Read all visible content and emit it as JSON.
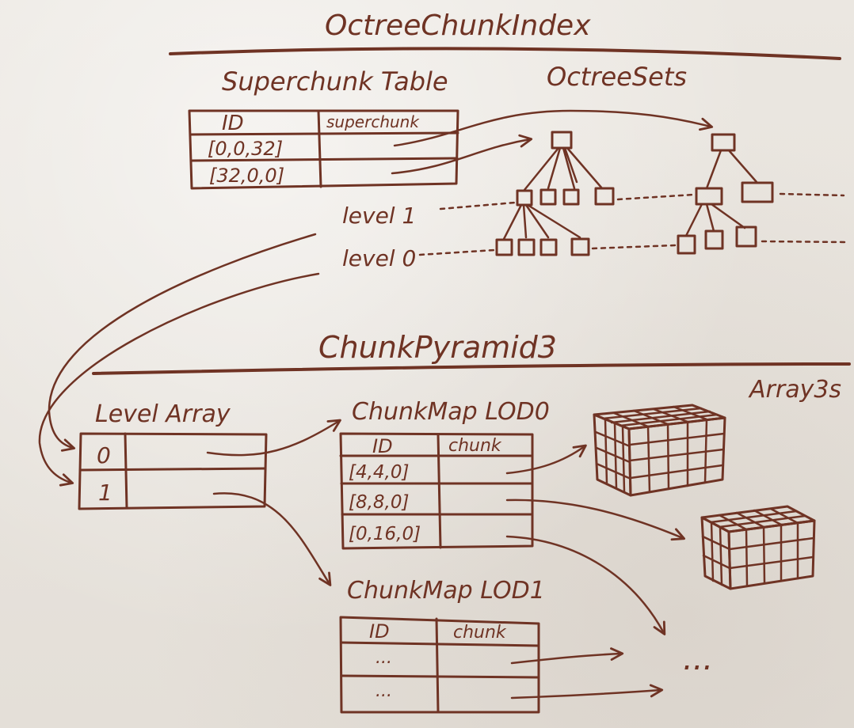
{
  "octree_chunk_index": {
    "title": "OctreeChunkIndex",
    "superchunk_table": {
      "title": "Superchunk Table",
      "headers": [
        "ID",
        "superchunk"
      ],
      "rows": [
        "[0,0,32]",
        "[32,0,0]"
      ]
    },
    "octree_sets": {
      "title": "OctreeSets",
      "levels": [
        "level 1",
        "level 0"
      ]
    }
  },
  "chunk_pyramid": {
    "title": "ChunkPyramid3",
    "level_array": {
      "title": "Level Array",
      "rows": [
        "0",
        "1"
      ]
    },
    "chunk_map_lod0": {
      "title": "ChunkMap LOD0",
      "headers": [
        "ID",
        "chunk"
      ],
      "rows": [
        "[4,4,0]",
        "[8,8,0]",
        "[0,16,0]"
      ]
    },
    "chunk_map_lod1": {
      "title": "ChunkMap LOD1",
      "headers": [
        "ID",
        "chunk"
      ],
      "rows": [
        "...",
        "..."
      ]
    },
    "array3s": {
      "title": "Array3s",
      "ellipsis": "..."
    }
  },
  "colors": {
    "ink": "#6f3324",
    "board": "#e9e5df"
  }
}
